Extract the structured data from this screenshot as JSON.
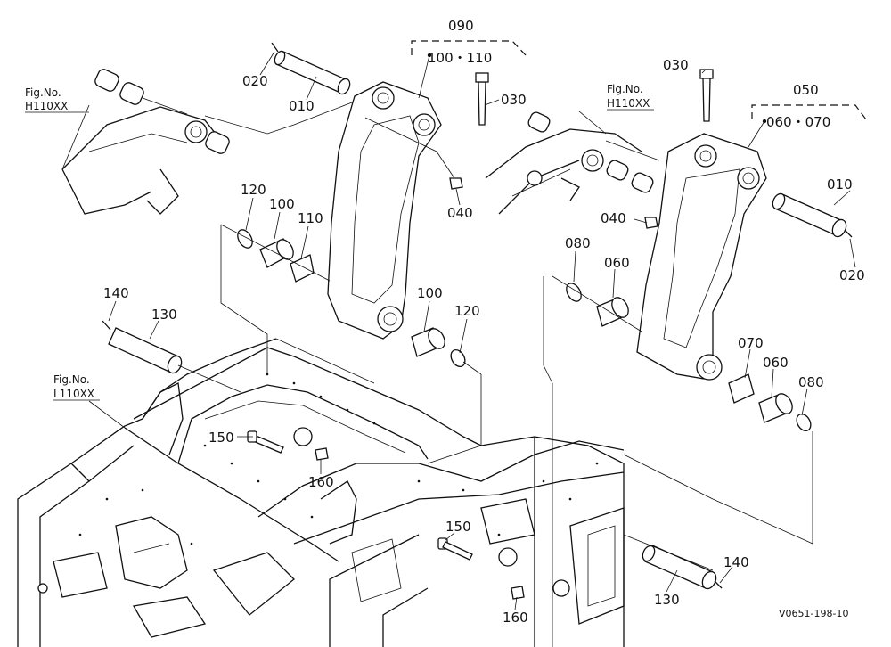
{
  "figure_refs": {
    "left_upper": {
      "prefix": "Fig.No.",
      "code": "H110XX"
    },
    "right_upper": {
      "prefix": "Fig.No.",
      "code": "H110XX"
    },
    "left_lower": {
      "prefix": "Fig.No.",
      "code": "L110XX"
    }
  },
  "part_labels": {
    "p090": "090",
    "p100_110": "100・110",
    "p030_left": "030",
    "p020_left": "020",
    "p010_left": "010",
    "p040_left": "040",
    "p120_upper": "120",
    "p100_upper": "100",
    "p110": "110",
    "p100_lower": "100",
    "p120_lower": "120",
    "p140_left": "140",
    "p130_left": "130",
    "p150_left": "150",
    "p160_left": "160",
    "p030_right": "030",
    "p050": "050",
    "p060_070": "060・070",
    "p010_right": "010",
    "p020_right": "020",
    "p040_right": "040",
    "p080_upper": "080",
    "p060_upper": "060",
    "p070": "070",
    "p060_lower": "060",
    "p080_lower": "080",
    "p150_right": "150",
    "p160_right": "160",
    "p130_right": "130",
    "p140_right": "140"
  },
  "drawing_code": "V0651-198-10"
}
